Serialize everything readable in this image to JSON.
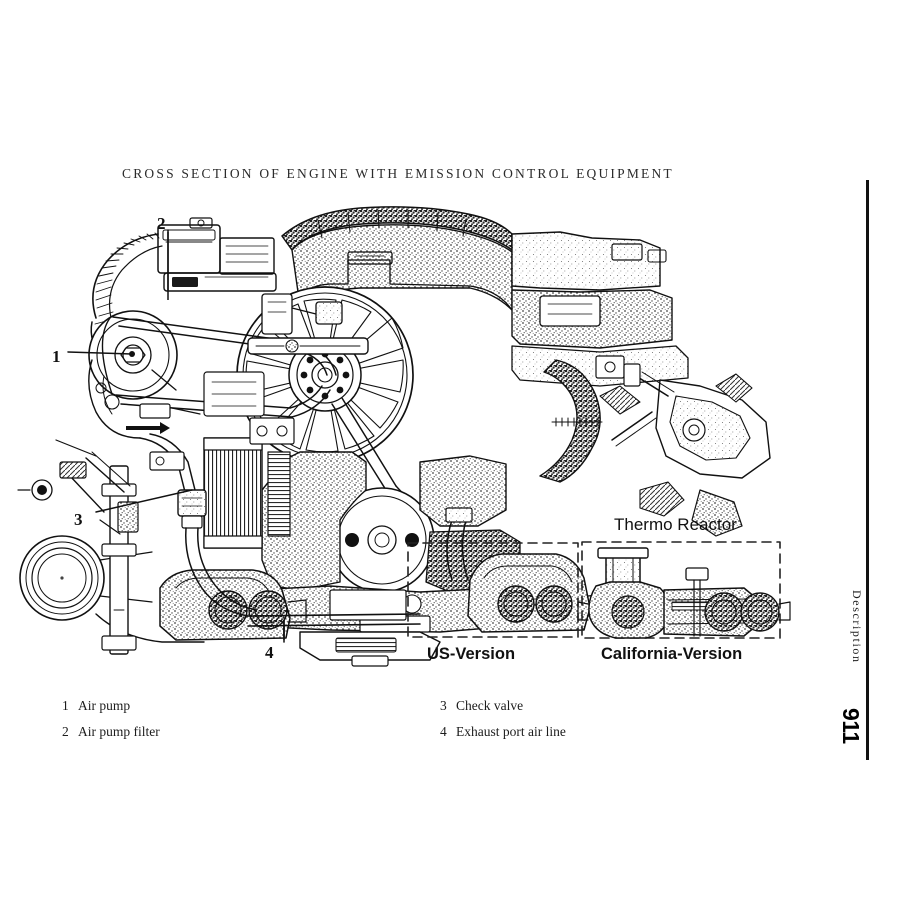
{
  "page": {
    "title": "CROSS SECTION OF ENGINE WITH EMISSION CONTROL EQUIPMENT"
  },
  "illustration": {
    "description": "Cutaway line drawing of an air-cooled flat-six engine with emission control equipment",
    "callouts": [
      {
        "number": "1",
        "target": "Air pump"
      },
      {
        "number": "2",
        "target": "Air pump filter"
      },
      {
        "number": "3",
        "target": "Check valve"
      },
      {
        "number": "4",
        "target": "Exhaust port air line"
      }
    ]
  },
  "insets": {
    "thermo_reactor_heading": "Thermo Reactor",
    "us_version_caption": "US-Version",
    "california_version_caption": "California-Version"
  },
  "legend": {
    "left_column": [
      {
        "number": "1",
        "label": "Air pump"
      },
      {
        "number": "2",
        "label": "Air pump filter"
      }
    ],
    "right_column": [
      {
        "number": "3",
        "label": "Check valve"
      },
      {
        "number": "4",
        "label": "Exhaust port air line"
      }
    ]
  },
  "margin": {
    "section": "Description",
    "model": "911"
  },
  "colors": {
    "page_background": "#ffffff",
    "ink": "#111111",
    "text": "#1c1c1c"
  }
}
